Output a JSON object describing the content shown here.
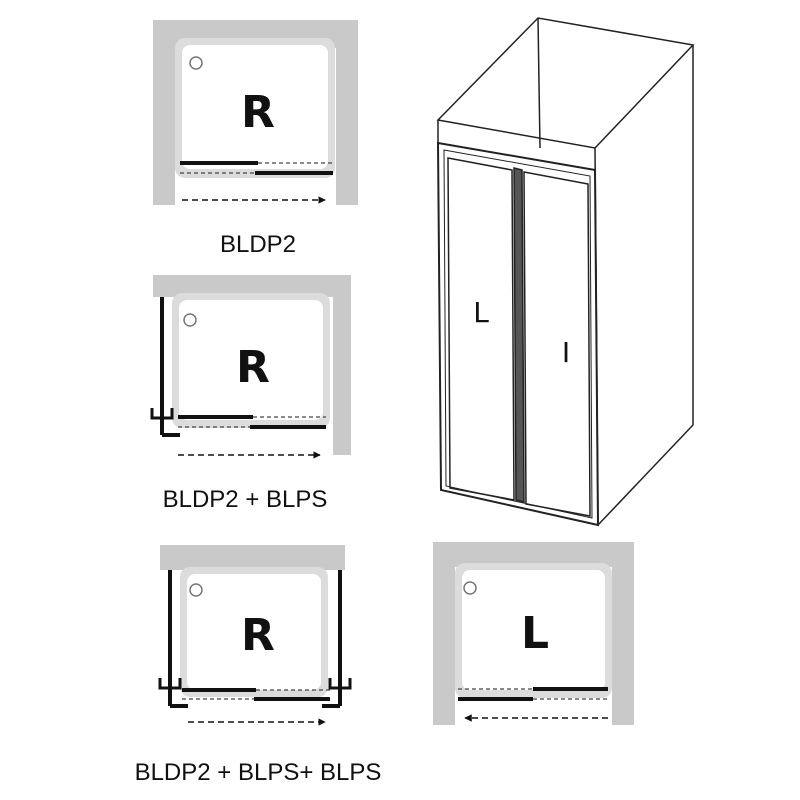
{
  "diagrams": [
    {
      "caption": "BLDP2",
      "letter": "R"
    },
    {
      "caption": "BLDP2 + BLPS",
      "letter": "R"
    },
    {
      "caption": "BLDP2 + BLPS+ BLPS",
      "letter": "R"
    },
    {
      "caption": "",
      "letter": "L"
    }
  ],
  "enclosure": {
    "left_door_label": "L",
    "right_door_label": "I"
  },
  "colors": {
    "wall": "#c9c9c9",
    "tray": "#e6e6e6",
    "line": "#111111",
    "dashed": "#444444"
  }
}
